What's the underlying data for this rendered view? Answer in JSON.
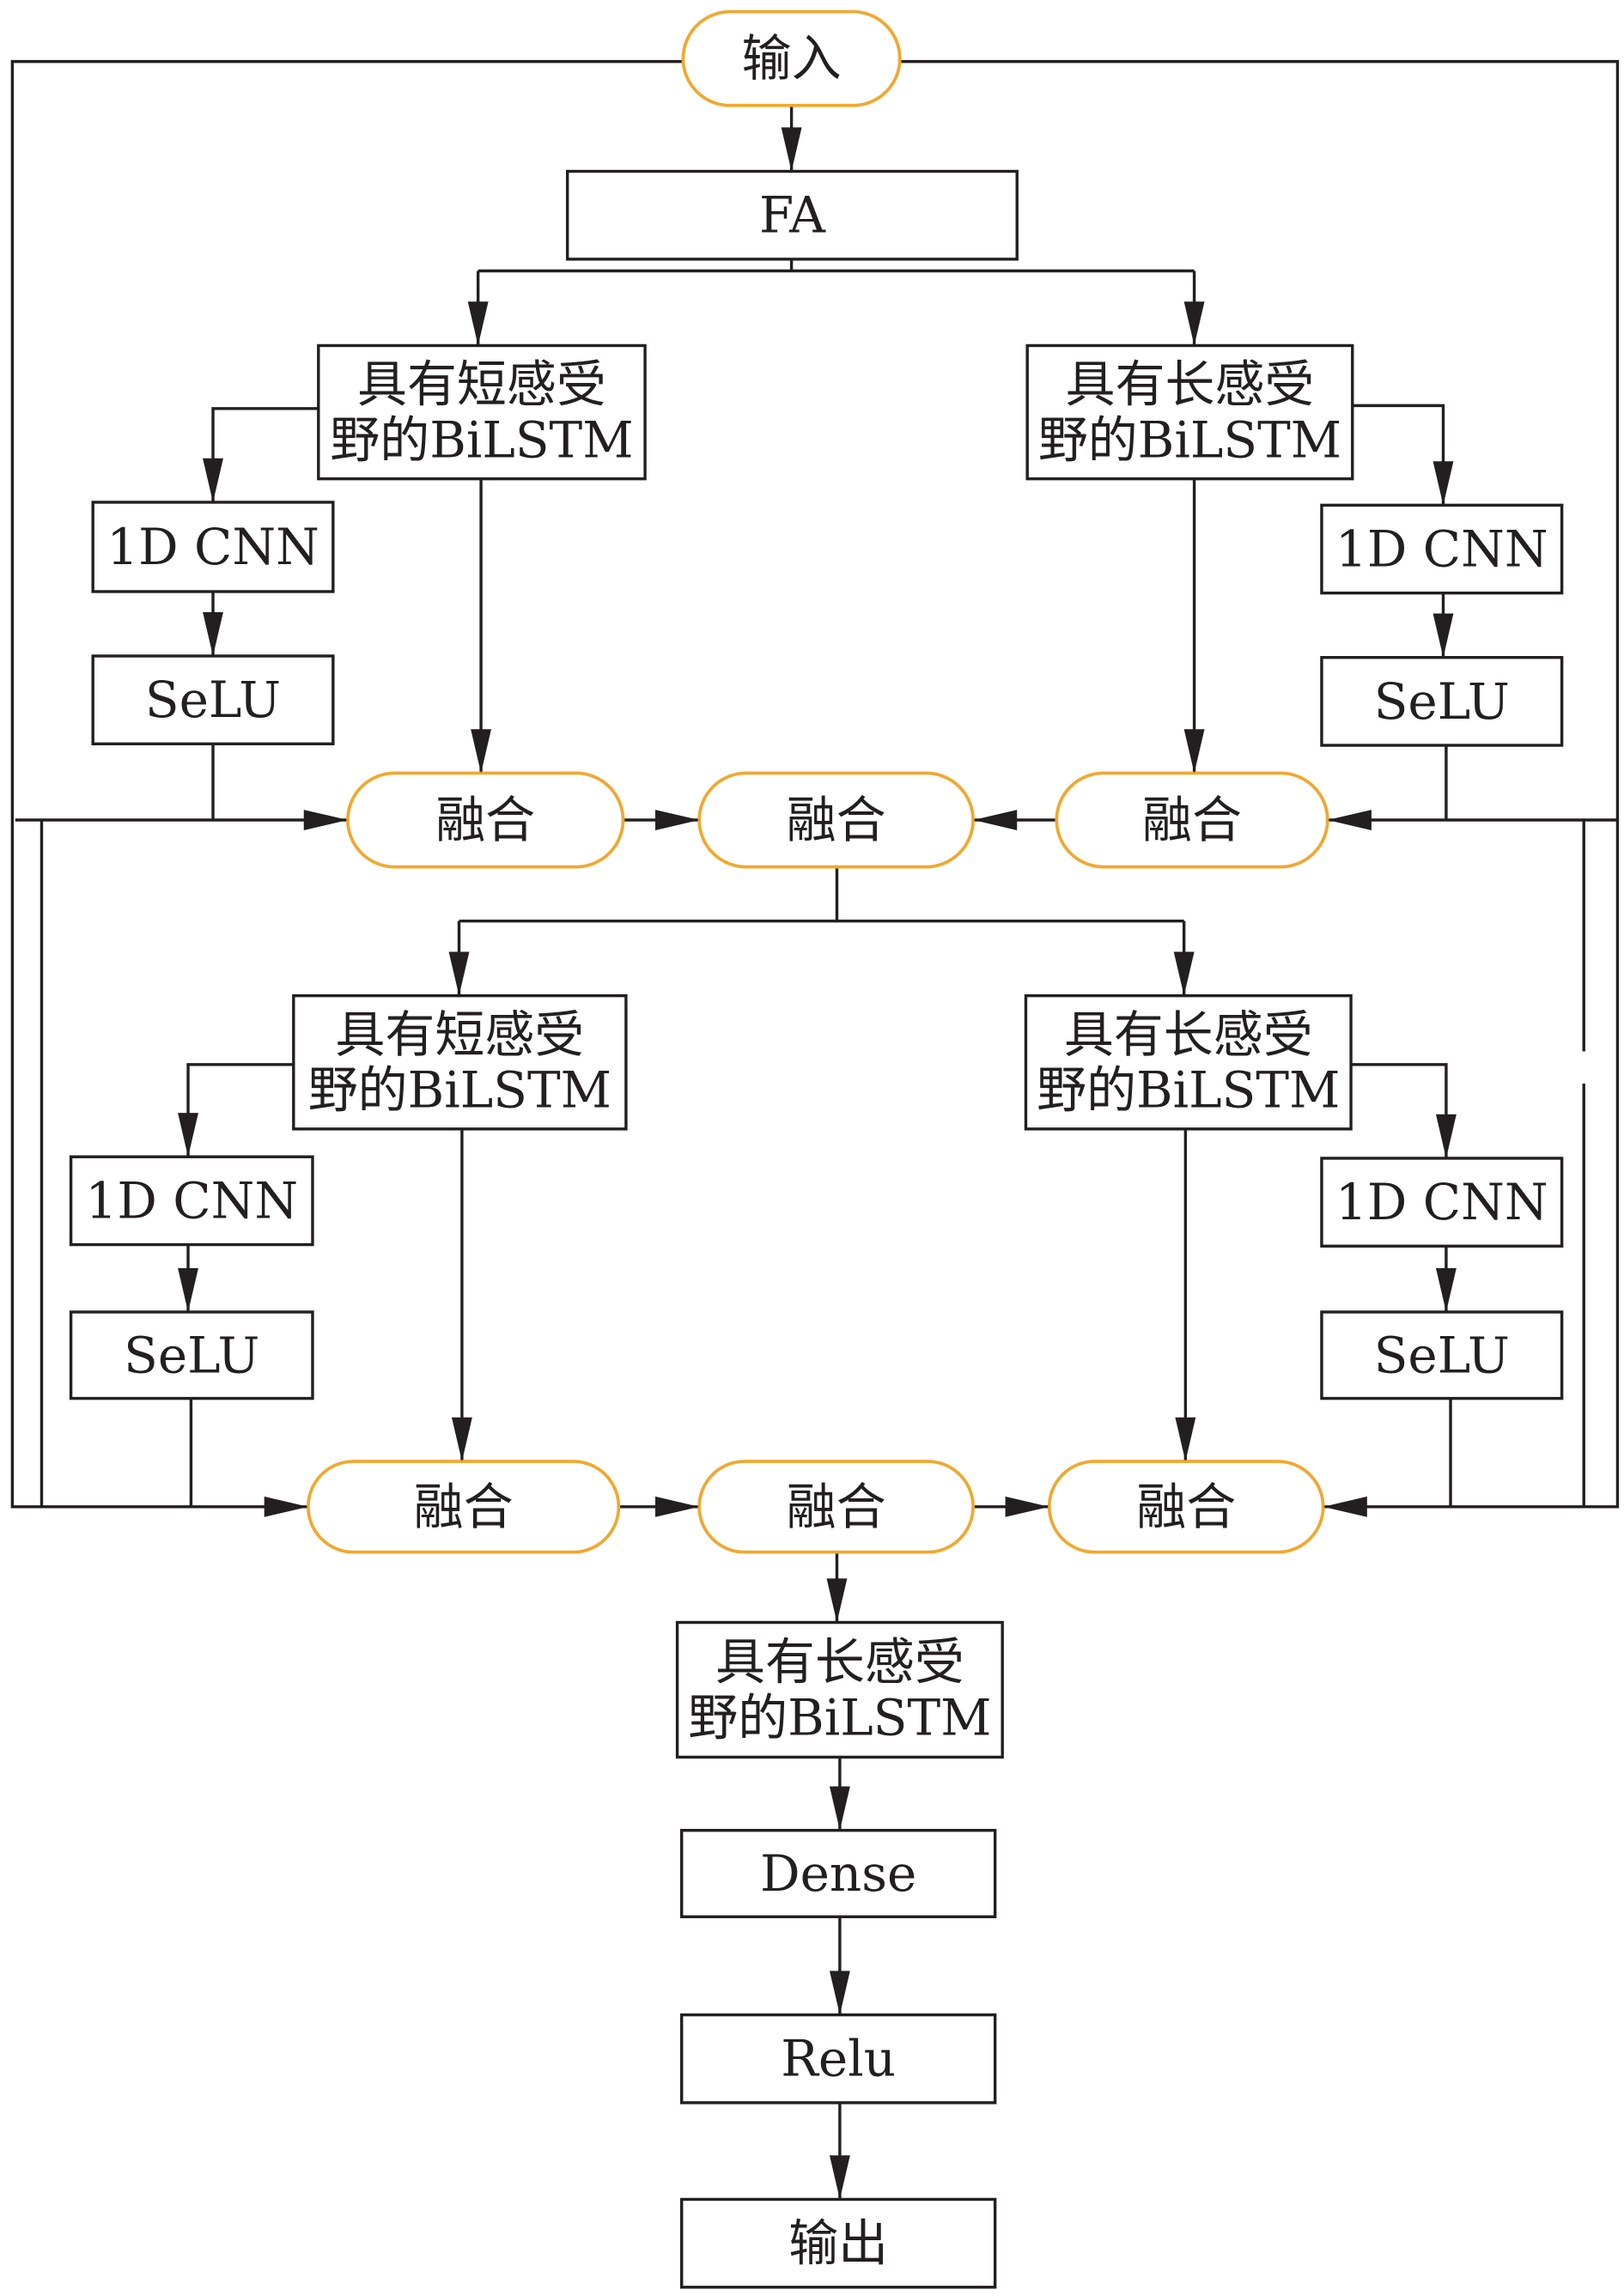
{
  "diagram": {
    "title": "",
    "colors": {
      "terminal_border": "#f0a830",
      "line": "#231f20",
      "box_border": "#231f20"
    },
    "nodes": {
      "input": "输入",
      "fa": "FA",
      "bilstm_short_1": [
        "具有短感受",
        "野的BiLSTM"
      ],
      "bilstm_long_1": [
        "具有长感受",
        "野的BiLSTM"
      ],
      "cnn_left_1": "1D CNN",
      "selu_left_1": "SeLU",
      "cnn_right_1": "1D CNN",
      "selu_right_1": "SeLU",
      "fusion_1_left": "融合",
      "fusion_1_mid": "融合",
      "fusion_1_right": "融合",
      "bilstm_short_2": [
        "具有短感受",
        "野的BiLSTM"
      ],
      "bilstm_long_2": [
        "具有长感受",
        "野的BiLSTM"
      ],
      "cnn_left_2": "1D CNN",
      "selu_left_2": "SeLU",
      "cnn_right_2": "1D CNN",
      "selu_right_2": "SeLU",
      "fusion_2_left": "融合",
      "fusion_2_mid": "融合",
      "fusion_2_right": "融合",
      "bilstm_long_3": [
        "具有长感受",
        "野的BiLSTM"
      ],
      "dense": "Dense",
      "relu": "Relu",
      "output": "输出"
    },
    "edges": [
      [
        "input",
        "fa"
      ],
      [
        "fa",
        "bilstm_short_1"
      ],
      [
        "fa",
        "bilstm_long_1"
      ],
      [
        "bilstm_short_1",
        "cnn_left_1"
      ],
      [
        "cnn_left_1",
        "selu_left_1"
      ],
      [
        "bilstm_long_1",
        "cnn_right_1"
      ],
      [
        "cnn_right_1",
        "selu_right_1"
      ],
      [
        "bilstm_short_1",
        "fusion_1_left"
      ],
      [
        "selu_left_1",
        "fusion_1_left"
      ],
      [
        "input",
        "fusion_1_left"
      ],
      [
        "bilstm_long_1",
        "fusion_1_right"
      ],
      [
        "selu_right_1",
        "fusion_1_right"
      ],
      [
        "input",
        "fusion_1_right"
      ],
      [
        "fusion_1_left",
        "fusion_1_mid"
      ],
      [
        "fusion_1_right",
        "fusion_1_mid"
      ],
      [
        "fusion_1_mid",
        "bilstm_short_2"
      ],
      [
        "fusion_1_mid",
        "bilstm_long_2"
      ],
      [
        "bilstm_short_2",
        "cnn_left_2"
      ],
      [
        "cnn_left_2",
        "selu_left_2"
      ],
      [
        "bilstm_long_2",
        "cnn_right_2"
      ],
      [
        "cnn_right_2",
        "selu_right_2"
      ],
      [
        "bilstm_short_2",
        "fusion_2_left"
      ],
      [
        "selu_left_2",
        "fusion_2_left"
      ],
      [
        "input",
        "fusion_2_left"
      ],
      [
        "bilstm_long_2",
        "fusion_2_right"
      ],
      [
        "selu_right_2",
        "fusion_2_right"
      ],
      [
        "input",
        "fusion_2_right"
      ],
      [
        "fusion_2_left",
        "fusion_2_mid"
      ],
      [
        "fusion_2_mid",
        "fusion_2_right"
      ],
      [
        "fusion_2_mid",
        "bilstm_long_3"
      ],
      [
        "bilstm_long_3",
        "dense"
      ],
      [
        "dense",
        "relu"
      ],
      [
        "relu",
        "output"
      ]
    ]
  }
}
